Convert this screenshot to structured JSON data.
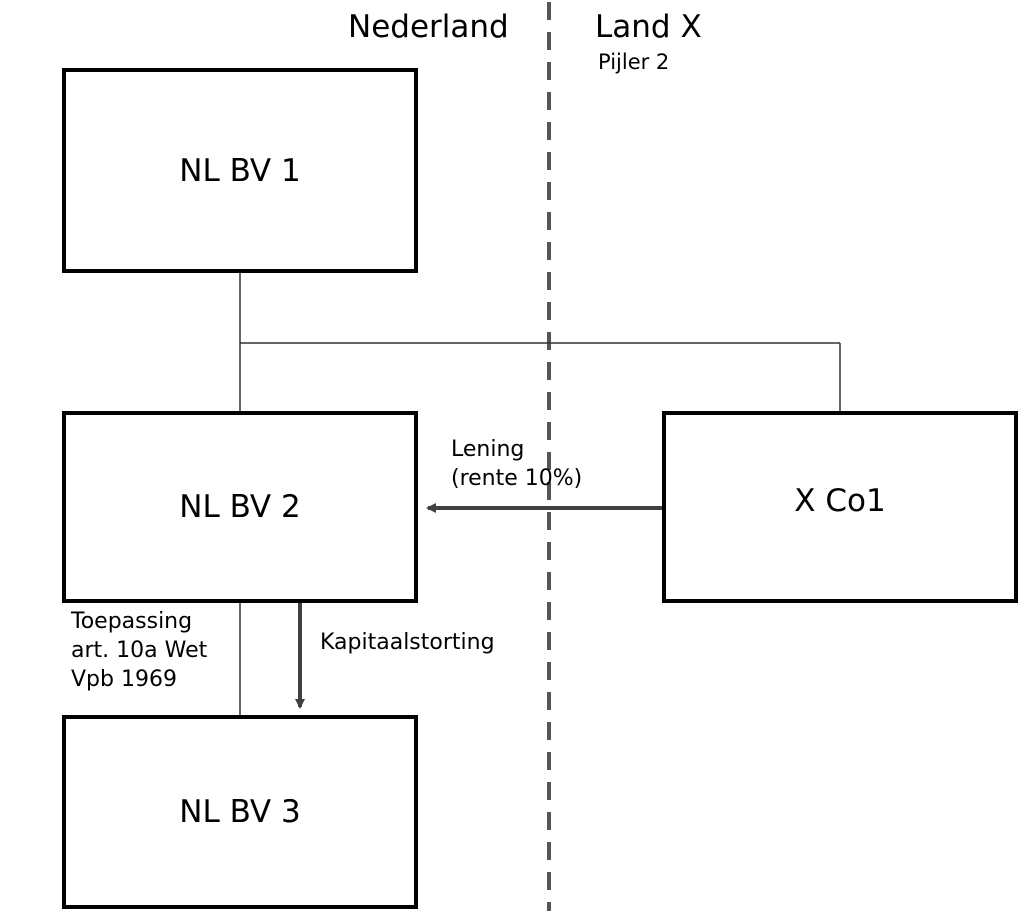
{
  "regions": {
    "left": "Nederland",
    "right": "Land X",
    "right_sub": "Pijler 2"
  },
  "entities": {
    "nl_bv_1": "NL BV 1",
    "nl_bv_2": "NL BV 2",
    "nl_bv_3": "NL BV 3",
    "x_co1": "X Co1"
  },
  "flows": {
    "loan_line1": "Lening",
    "loan_line2": "(rente 10%)",
    "capital": "Kapitaalstorting"
  },
  "notes": {
    "line1": "Toepassing",
    "line2": "art. 10a Wet",
    "line3": "Vpb 1969"
  },
  "colors": {
    "divider": "#555555",
    "arrow": "#404040",
    "connector": "#333333"
  }
}
